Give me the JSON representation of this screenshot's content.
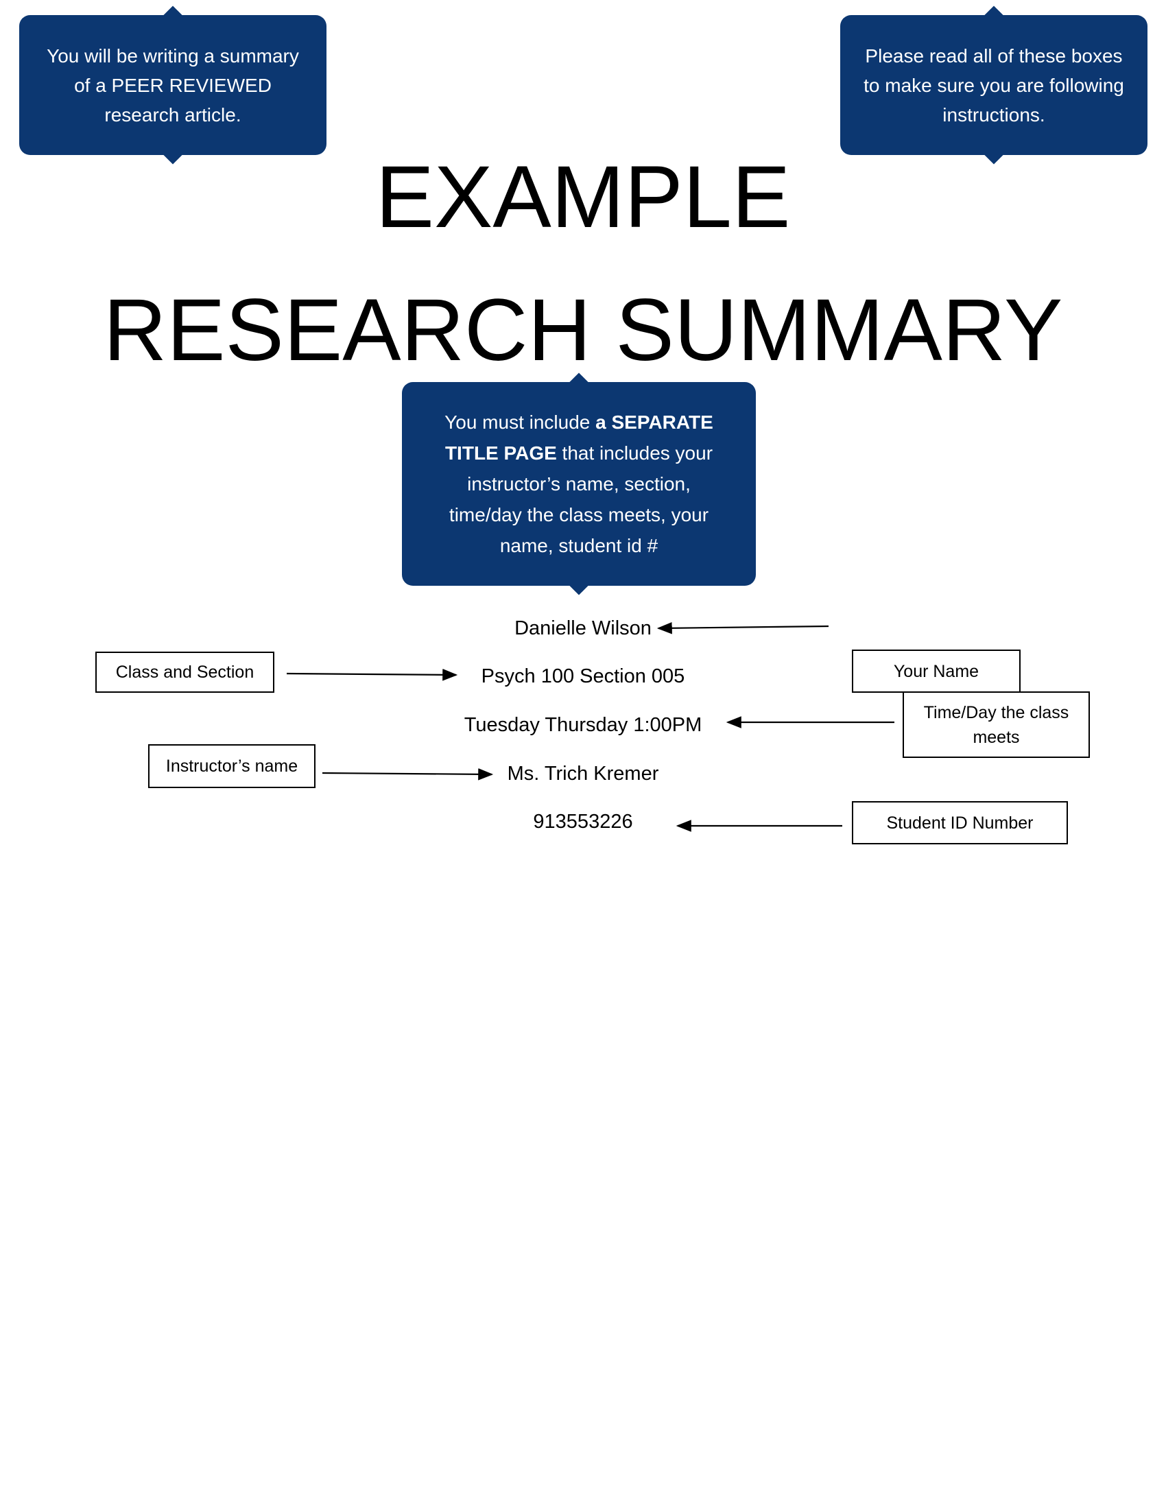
{
  "callouts": {
    "left": "You will be writing a summary of a PEER REVIEWED research article.",
    "right": "Please read all of these boxes to make sure you are following instructions.",
    "center": {
      "part1": "You must include ",
      "bold": "a SEPARATE TITLE PAGE",
      "part2": " that includes your instructor’s name, section, time/day the class meets, your name, student id #"
    }
  },
  "title": {
    "line1": "EXAMPLE",
    "line2": "RESEARCH SUMMARY"
  },
  "title_page": {
    "name": "Danielle Wilson",
    "class_section": "Psych 100 Section 005",
    "time_day": "Tuesday Thursday 1:00PM",
    "instructor": "Ms. Trich Kremer",
    "student_id": "913553226"
  },
  "labels": {
    "class_section": "Class and Section",
    "your_name": "Your Name",
    "time_day": "Time/Day the class meets",
    "instructor": "Instructor’s name",
    "student_id": "Student ID Number"
  },
  "colors": {
    "callout_bg": "#0c3771",
    "callout_text": "#ffffff"
  }
}
